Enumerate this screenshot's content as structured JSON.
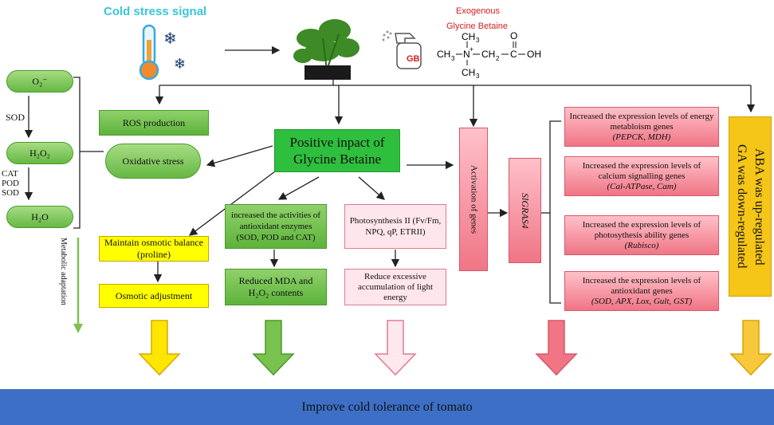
{
  "header": {
    "cold_signal": "Cold stress signal",
    "exogenous": "Exogenous",
    "glycine_betaine": "Glycine Betaine",
    "gb_label": "GB",
    "formula": "CH₃–N⁺(CH₃)₂–CH₂–C(=O)–OH"
  },
  "ros_chain": {
    "o2": "O₂⁻",
    "sod": "SOD",
    "h2o2": "H₂O₂",
    "cat_pod_sod": [
      "CAT",
      "POD",
      "SOD"
    ],
    "h2o": "H₂O"
  },
  "metabolic_adaptation": "Metabolic adaptation",
  "ros_production": "ROS production",
  "oxidative_stress": "Oxidative stress",
  "positive_impact": "Positive inpact of Glycine Betaine",
  "osmotic": {
    "maintain": "Maintain osmotic balance (proline)",
    "adjustment": "Osmotic adjustment"
  },
  "antioxidant": {
    "increased": "increased the activities of antioxidant enzymes (SOD, POD and CAT)",
    "reduced": "Reduced MDA and H₂O₂ contents"
  },
  "photosynthesis": {
    "ps2": "Photosynthesis II (Fv/Fm, NPQ, qP, ETRII)",
    "reduce": "Reduce excessive accumulation of light energy"
  },
  "activation_of_genes": "Activation of genes",
  "slgras4": "SlGRAS4",
  "gene_boxes": [
    {
      "text": "Increased the expression levels of energy metabloism genes",
      "genes": "(PEPCK, MDH)"
    },
    {
      "text": "Increased the expression levels of calcium signalling genes",
      "genes": "(Cal-ATPase, Cam)"
    },
    {
      "text": "Increased the expression levels of photosythesis ability genes",
      "genes": "(Rubisco)"
    },
    {
      "text": "Increased the expression levels of antioxidant genes",
      "genes": "(SOD, APX, Lox, Gult, GST)"
    }
  ],
  "hormones": {
    "line1": "ABA was up-regulated",
    "line2": "GA was down-regulated"
  },
  "footer": "Improve cold tolerance of tomato",
  "colors": {
    "green": "#5db33b",
    "yellow": "#ffff00",
    "pink": "#ffe6ec",
    "red": "#f07585",
    "orange": "#f5c518",
    "footer_blue": "#3d6fc6",
    "cyan_text": "#39c5d9"
  }
}
